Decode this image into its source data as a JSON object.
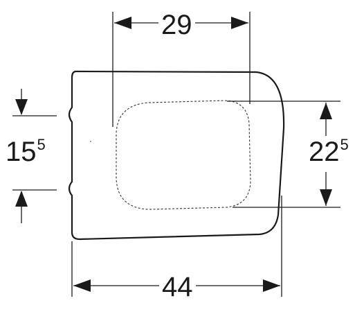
{
  "dimensions": {
    "top_width": "29",
    "bottom_width": "44",
    "left_spacing": "15",
    "left_spacing_sup": "5",
    "right_depth": "22",
    "right_depth_sup": "5"
  },
  "colors": {
    "line": "#1a1a1a",
    "background": "#ffffff"
  }
}
